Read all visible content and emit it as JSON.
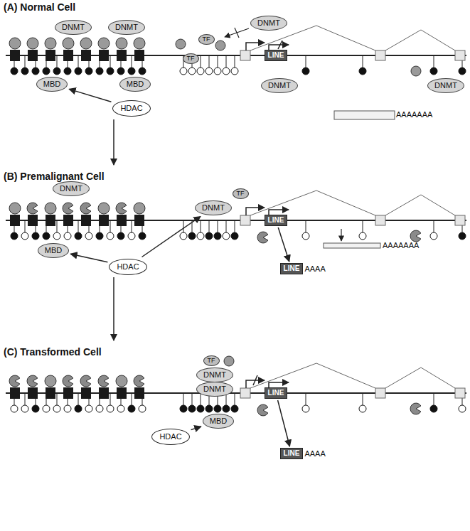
{
  "diagram": {
    "nodes": [
      {
        "text": [
          "DNMT"
        ]
      },
      {
        "text": [
          "DNMT"
        ]
      },
      {
        "text": [
          "MBD"
        ]
      },
      {
        "text": [
          "MBD"
        ]
      },
      {
        "text": [
          "HDAC"
        ]
      },
      {
        "text": [
          "TF"
        ]
      },
      {
        "text": [
          "TF"
        ]
      },
      {
        "text": [
          "DNMT"
        ]
      },
      {
        "text": [
          "LINE"
        ]
      },
      {
        "text": [
          "DNMT"
        ]
      },
      {
        "text": [
          "DNMT"
        ]
      },
      {
        "text": [
          "DNMT"
        ]
      },
      {
        "text": [
          "MBD"
        ]
      },
      {
        "text": [
          "HDAC"
        ]
      },
      {
        "text": [
          "TF"
        ]
      },
      {
        "text": [
          "DNMT"
        ]
      },
      {
        "text": [
          "LINE"
        ]
      },
      {
        "text": [
          "LINE"
        ]
      },
      {
        "text": [
          "TF"
        ]
      },
      {
        "text": [
          "DNMT"
        ]
      },
      {
        "text": [
          "DNMT"
        ]
      },
      {
        "text": [
          "MBD"
        ]
      },
      {
        "text": [
          "HDAC"
        ]
      },
      {
        "text": [
          "LINE"
        ]
      },
      {
        "text": [
          "LINE"
        ]
      }
    ],
    "edges": [
      {
        "from": 4,
        "to": 2,
        "arrow": "to"
      },
      {
        "from": 13,
        "to": 12,
        "arrow": "to"
      },
      {
        "from": 13,
        "to": 15,
        "arrow": "to"
      },
      {
        "from": 16,
        "to": 17,
        "arrow": "to"
      },
      {
        "from": 22,
        "to": 21,
        "arrow": "to"
      },
      {
        "from": 23,
        "to": 24,
        "arrow": "to"
      }
    ],
    "labels": [
      "(A) Normal Cell",
      "AAAAAAA",
      "(B) Premalignant Cell",
      "AAAAAAA",
      "AAAA",
      "(C) Transformed Cell",
      "AAAA"
    ]
  }
}
